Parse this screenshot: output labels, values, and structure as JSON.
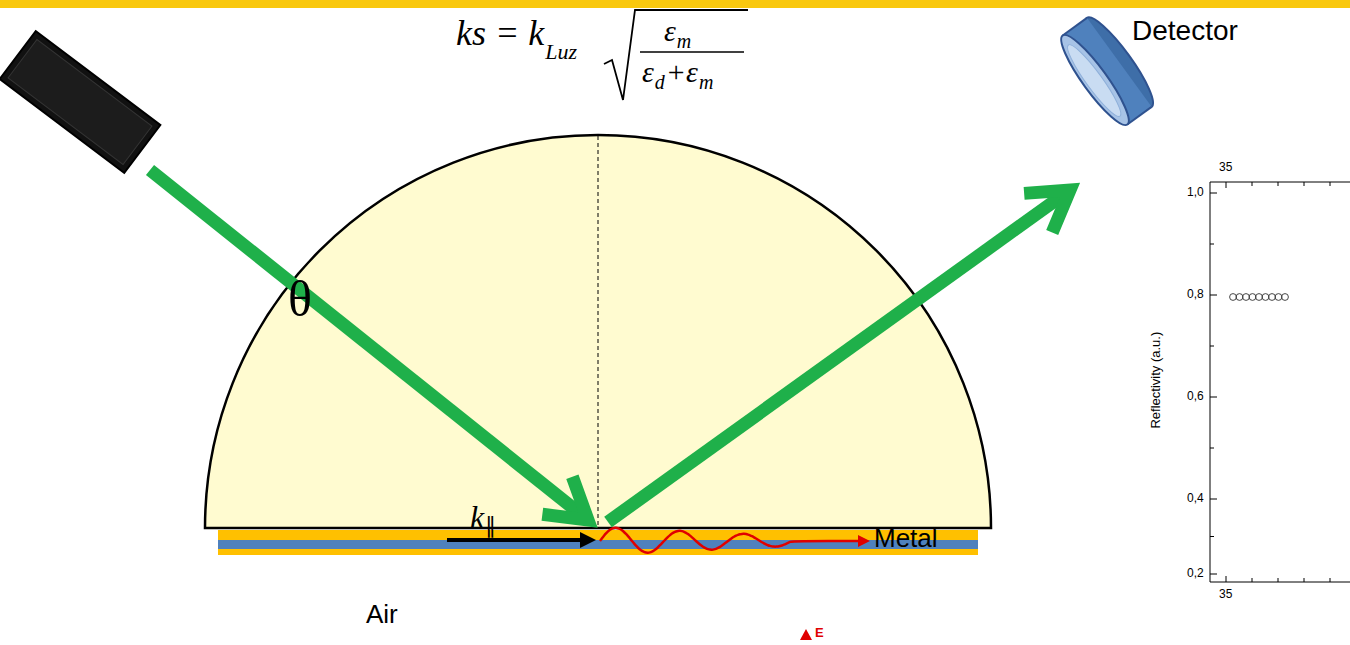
{
  "diagram": {
    "nodes": [
      {
        "text": [
          "Detector"
        ]
      }
    ],
    "labels": [
      "ks = k",
      "Luz",
      "ε",
      "m",
      "ε",
      "d",
      "+ε",
      "m",
      "θ",
      "k",
      "∥",
      "Metal",
      "Air",
      "E",
      "35",
      "1,0",
      "0,8",
      "0,6",
      "0,4",
      "Reflectivity (a.u.)",
      "0,2",
      "35"
    ]
  }
}
